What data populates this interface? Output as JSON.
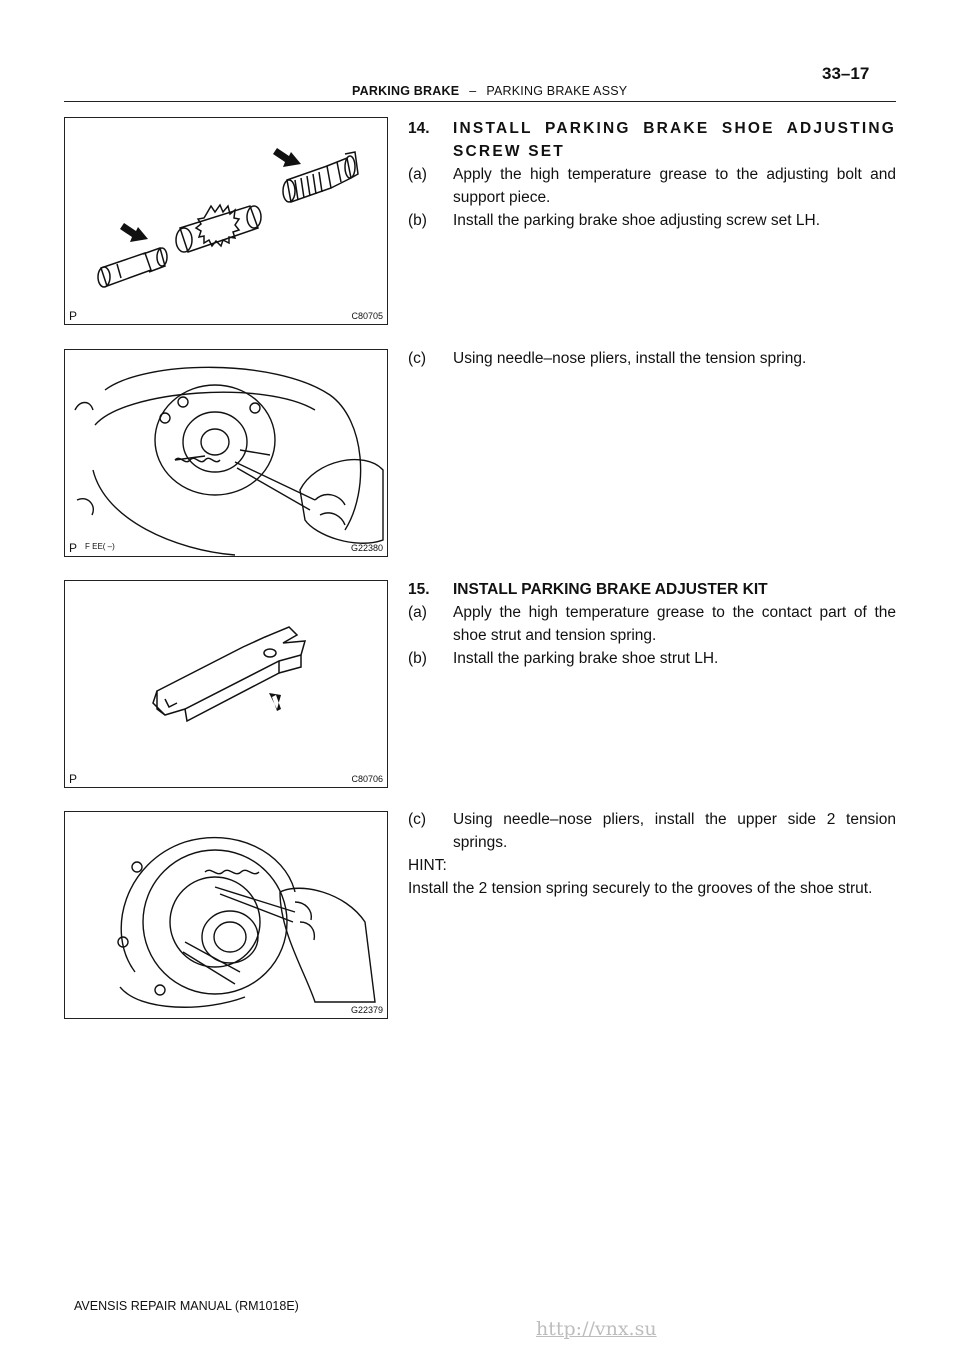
{
  "header": {
    "section": "PARKING BRAKE",
    "separator": "–",
    "subsection": "PARKING BRAKE ASSY",
    "page_number": "33–17"
  },
  "figures": [
    {
      "code": "C80705",
      "p_mark": "P",
      "sub_label": ""
    },
    {
      "code": "G22380",
      "p_mark": "P",
      "sub_label": "F EE( –)"
    },
    {
      "code": "C80706",
      "p_mark": "P",
      "sub_label": ""
    },
    {
      "code": "G22379",
      "p_mark": "",
      "sub_label": ""
    }
  ],
  "step14": {
    "num": "14.",
    "title": "INSTALL PARKING BRAKE SHOE ADJUSTING SCREW SET",
    "a_label": "(a)",
    "a_text": "Apply the high temperature grease to the adjusting bolt and support piece.",
    "b_label": "(b)",
    "b_text": "Install the parking brake shoe adjusting screw set LH.",
    "c_label": "(c)",
    "c_text": "Using needle–nose pliers, install the tension spring."
  },
  "step15": {
    "num": "15.",
    "title": "INSTALL PARKING BRAKE ADJUSTER KIT",
    "a_label": "(a)",
    "a_text": "Apply the high temperature grease to the contact part of the shoe strut and tension spring.",
    "b_label": "(b)",
    "b_text": "Install the parking brake shoe strut LH.",
    "c_label": "(c)",
    "c_text": "Using needle–nose pliers, install the upper side 2 tension springs.",
    "hint_label": "HINT:",
    "hint_text": "Install the 2 tension spring securely to the grooves of the shoe strut."
  },
  "footer": "AVENSIS REPAIR MANUAL   (RM1018E)",
  "watermark": "http://vnx.su"
}
